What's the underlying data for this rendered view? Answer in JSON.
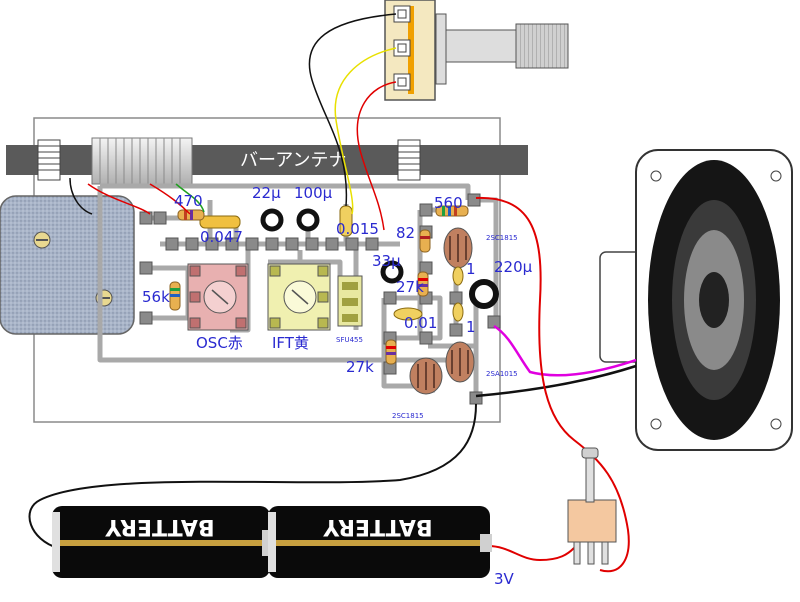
{
  "bar_antenna": "バーアンテナ",
  "labels": {
    "r470": "470",
    "c0047": "0.047",
    "c22u": "22μ",
    "c100u": "100μ",
    "c0015": "0.015",
    "r560": "560",
    "r82": "82",
    "c33u": "33μ",
    "r27k_a": "27k",
    "c001": "0.01",
    "one_a": "1",
    "one_b": "1",
    "c220u": "220μ",
    "r56k": "56k",
    "osc": "OSC赤",
    "ift": "IFT黄",
    "sfu": "SFU455",
    "r27k_b": "27k",
    "t2sc1815_top": "2SC1815",
    "t2sa1015": "2SA1015",
    "t2sc1815_bottom": "2SC1815",
    "voltage": "3V"
  },
  "battery_text": "BATTERY",
  "colors": {
    "board": "#ffffff",
    "trace": "#a9a9a9",
    "pad": "#808080",
    "red_wire": "#e00000",
    "magenta_wire": "#e000e0",
    "yellow_wire": "#e8e000",
    "label": "#2a2ad0",
    "osc_core": "#e8b0b0",
    "ift_core": "#f0f0b0",
    "resistor": "#e8b050",
    "variable_cap": "#a8b4c8"
  }
}
